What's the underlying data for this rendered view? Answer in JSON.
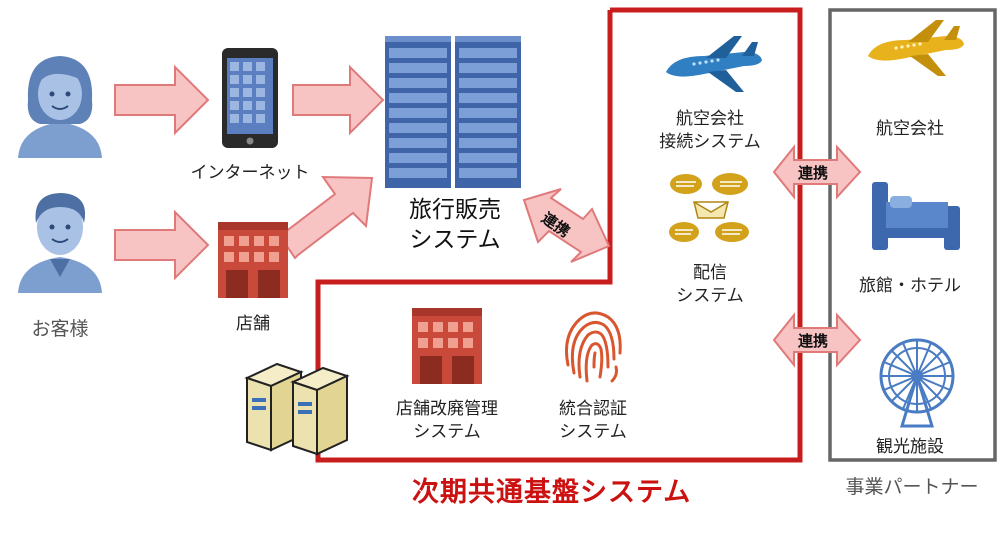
{
  "customers": {
    "label": "お客様"
  },
  "internet": {
    "label": "インターネット"
  },
  "store": {
    "label": "店舗"
  },
  "travel_system": {
    "line1": "旅行販売",
    "line2": "システム"
  },
  "airline_connect": {
    "line1": "航空会社",
    "line2": "接続システム"
  },
  "delivery": {
    "line1": "配信",
    "line2": "システム"
  },
  "store_mgmt": {
    "line1": "店舗改廃管理",
    "line2": "システム"
  },
  "auth": {
    "line1": "統合認証",
    "line2": "システム"
  },
  "next_platform": {
    "title": "次期共通基盤システム"
  },
  "partners": {
    "title": "事業パートナー",
    "airline": "航空会社",
    "hotel": "旅館・ホテル",
    "sightseeing": "観光施設"
  },
  "links": {
    "label1": "連携",
    "label2": "連携",
    "label3": "連携"
  },
  "colors": {
    "red_border": "#c81d1d",
    "arrow_fill": "#f7c3c3",
    "arrow_stroke": "#e07a7a",
    "person": "#7d9fcf",
    "server": "#5a7ec0",
    "building": "#c94a3a",
    "plane_blue": "#2f7fc2",
    "plane_yellow": "#e7b21c",
    "bed": "#4a78c0",
    "ferris": "#4a7cc4",
    "fingerprint": "#d9572f",
    "partner_border": "#666666"
  }
}
